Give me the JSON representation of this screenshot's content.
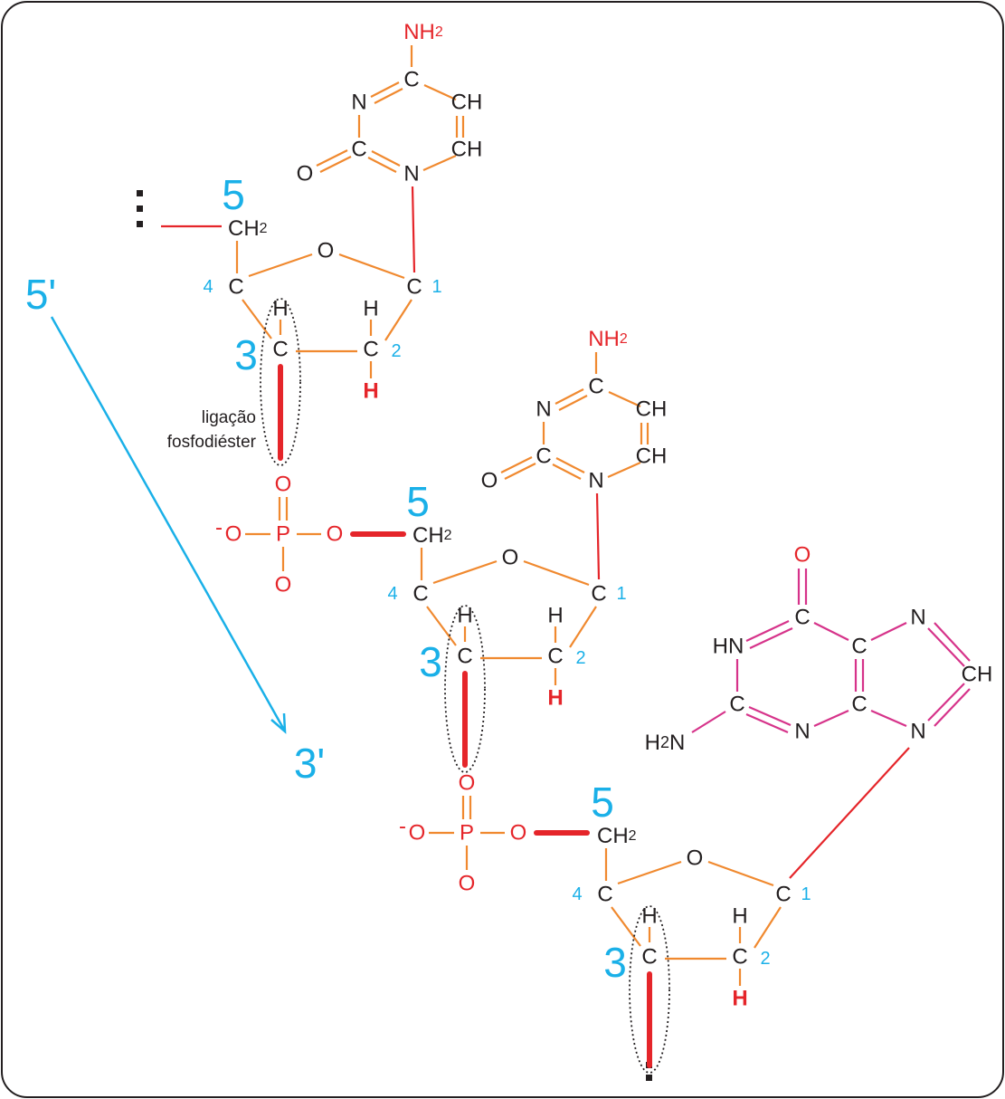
{
  "colors": {
    "bond": "#f0892f",
    "base_bond": "#d6338a",
    "highlight": "#e5252a",
    "label": "#1ab0e8",
    "atom": "#231f20"
  },
  "direction": {
    "start": "5'",
    "end": "3'"
  },
  "annotation": {
    "line1": "ligação",
    "line2": "fosfodiéster"
  },
  "sugars": [
    {
      "c5": "CH",
      "c5_sub": "2",
      "o": "O",
      "c4": "C",
      "c3": "C",
      "c2": "C",
      "c1": "C",
      "h3": "H",
      "h2a": "H",
      "h2b": "H",
      "n5": "5",
      "n4": "4",
      "n3": "3",
      "n2": "2",
      "n1": "1"
    },
    {
      "c5": "CH",
      "c5_sub": "2",
      "o": "O",
      "c4": "C",
      "c3": "C",
      "c2": "C",
      "c1": "C",
      "h3": "H",
      "h2a": "H",
      "h2b": "H",
      "n5": "5",
      "n4": "4",
      "n3": "3",
      "n2": "2",
      "n1": "1"
    },
    {
      "c5": "CH",
      "c5_sub": "2",
      "o": "O",
      "c4": "C",
      "c3": "C",
      "c2": "C",
      "c1": "C",
      "h3": "H",
      "h2a": "H",
      "h2b": "H",
      "n5": "5",
      "n4": "4",
      "n3": "3",
      "n2": "2",
      "n1": "1"
    }
  ],
  "phosphates": [
    {
      "o_top": "O",
      "p": "P",
      "charge": "-",
      "o_minus": "O",
      "o_ester": "O",
      "o_bottom": "O"
    },
    {
      "o_top": "O",
      "p": "P",
      "charge": "-",
      "o_minus": "O",
      "o_ester": "O",
      "o_bottom": "O"
    }
  ],
  "cytosines": [
    {
      "nh2": "NH",
      "nh2_sub": "2",
      "c4": "C",
      "n3": "N",
      "c5": "CH",
      "c2": "C",
      "c6": "CH",
      "o": "O",
      "n1": "N"
    },
    {
      "nh2": "NH",
      "nh2_sub": "2",
      "c4": "C",
      "n3": "N",
      "c5": "CH",
      "c2": "C",
      "c6": "CH",
      "o": "O",
      "n1": "N"
    }
  ],
  "guanine": {
    "o": "O",
    "c6": "C",
    "n1": "HN",
    "c5": "C",
    "n7": "N",
    "c2": "C",
    "c4": "C",
    "c8": "CH",
    "nh2_prefix": "H",
    "nh2_sub": "2",
    "nh2_suffix": "N",
    "n3": "N",
    "n9": "N"
  }
}
